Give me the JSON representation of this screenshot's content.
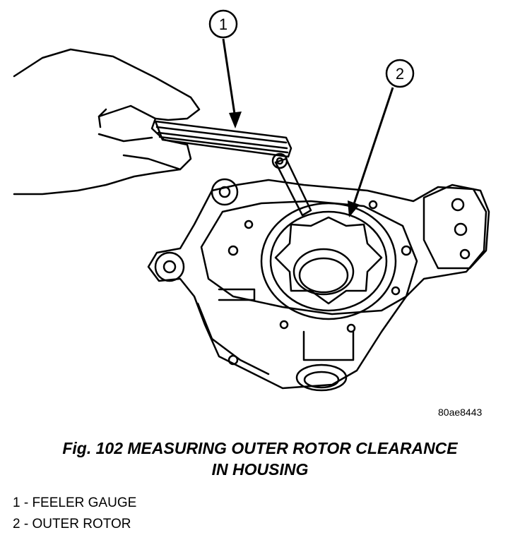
{
  "figure": {
    "image_id": "80ae8443",
    "caption_line1": "Fig. 102 MEASURING OUTER ROTOR CLEARANCE",
    "caption_line2": "IN HOUSING",
    "callouts": [
      {
        "number": "1",
        "label": "1 - FEELER GAUGE"
      },
      {
        "number": "2",
        "label": "2 - OUTER ROTOR"
      }
    ]
  }
}
